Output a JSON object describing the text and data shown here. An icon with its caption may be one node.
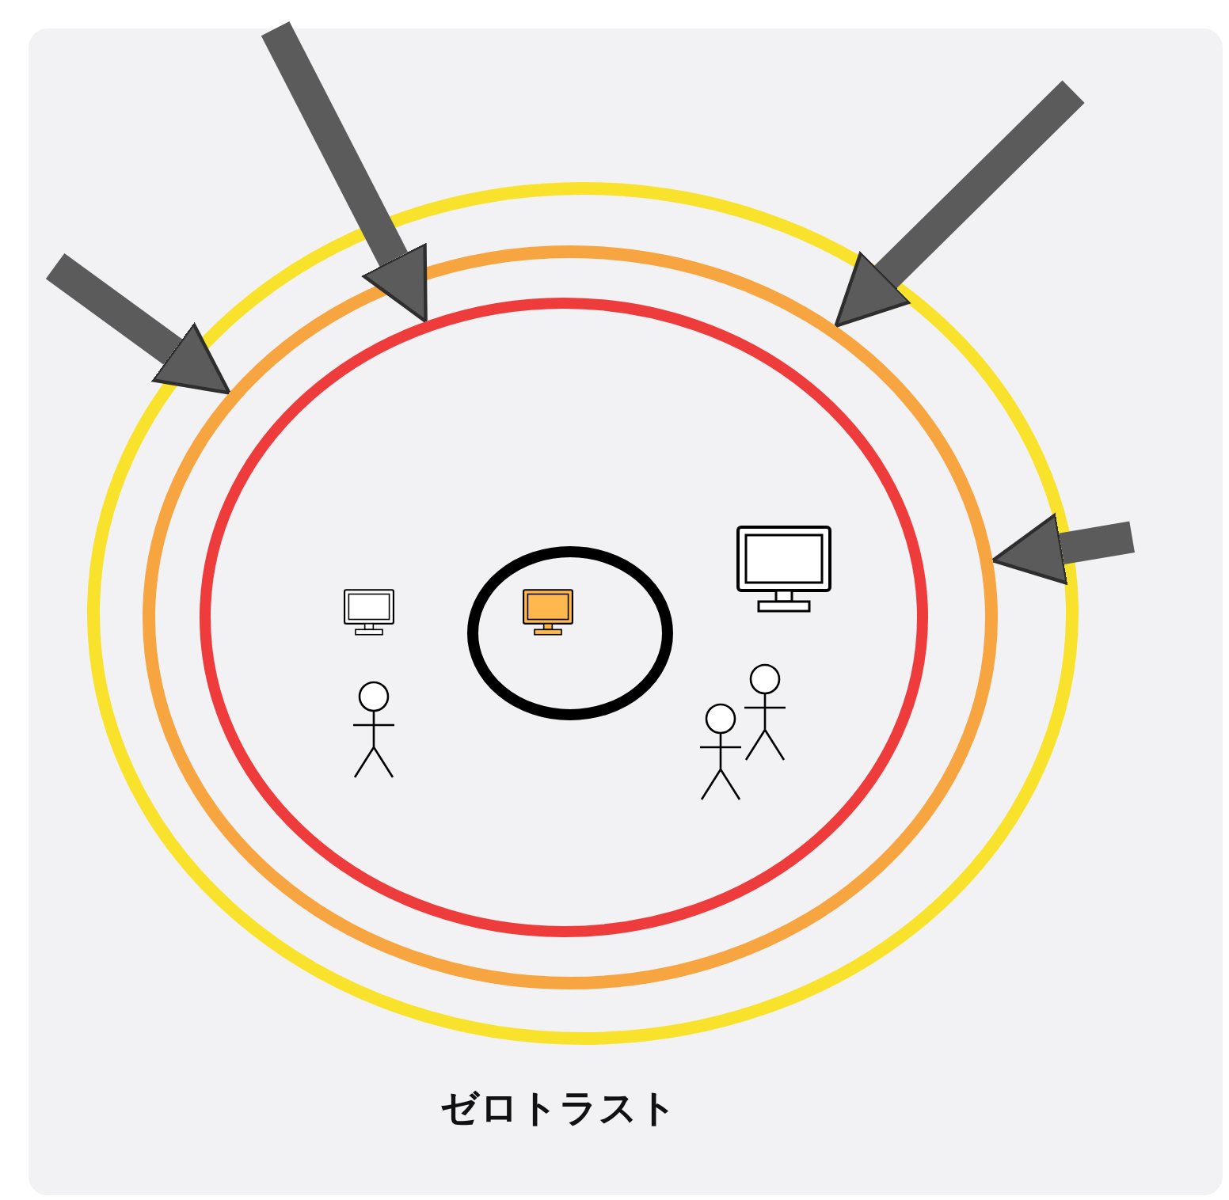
{
  "diagram": {
    "caption": "ゼロトラスト",
    "nodes": [
      {
        "text": [],
        "shape": "ellipse"
      },
      {
        "text": [],
        "shape": "ellipse",
        "in": 0
      },
      {
        "text": [],
        "shape": "ellipse",
        "in": 1
      },
      {
        "text": [],
        "shape": "ellipse",
        "in": 2
      }
    ],
    "edges": [
      {
        "from": null,
        "to": 1,
        "arrow": "to"
      },
      {
        "from": null,
        "to": 2,
        "arrow": "to"
      },
      {
        "from": null,
        "to": 1,
        "arrow": "to"
      },
      {
        "from": null,
        "to": 1,
        "arrow": "to"
      }
    ]
  }
}
